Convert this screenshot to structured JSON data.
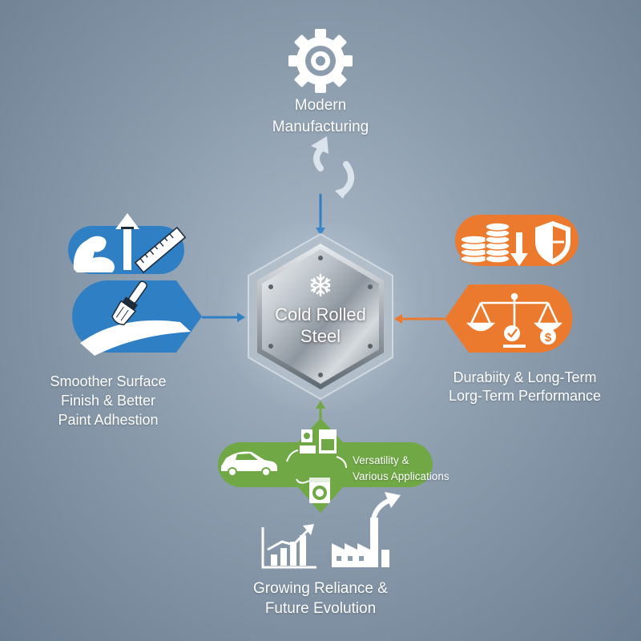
{
  "center": {
    "line1": "Cold Rolled",
    "line2": "Steel",
    "icon": "snowflake-icon"
  },
  "nodes": {
    "manufacturing": {
      "line1": "Modern",
      "line2": "Manufacturing",
      "icon": "gear-icon"
    },
    "surface": {
      "line1": "Smoother Surface",
      "line2": "Finish & Better",
      "line3": "Paint Adhestion",
      "icons": [
        "flexed-arm-icon",
        "arrow-up-icon",
        "ruler-icon",
        "paintbrush-icon"
      ]
    },
    "durability": {
      "line1": "Durabiity & Long-Term",
      "line2": "Lorg-Term Performance",
      "icons": [
        "coin-stack-icon",
        "arrow-down-icon",
        "shield-icon",
        "balance-scale-icon",
        "check-icon",
        "dollar-icon"
      ]
    },
    "versatility": {
      "line1": "Versatility &",
      "line2": "Various Applications",
      "icons": [
        "car-icon",
        "appliance-icon",
        "washing-machine-icon"
      ]
    },
    "growth": {
      "line1": "Growing Reliance &",
      "line2": "Future Evolution",
      "icons": [
        "bar-chart-icon",
        "factory-icon",
        "trend-arrow-icon"
      ]
    }
  },
  "colors": {
    "blue": "#2f7fc4",
    "orange": "#ec7a2e",
    "green": "#6fa845",
    "steel": "#c9ced3",
    "background": "#8b9cad"
  }
}
